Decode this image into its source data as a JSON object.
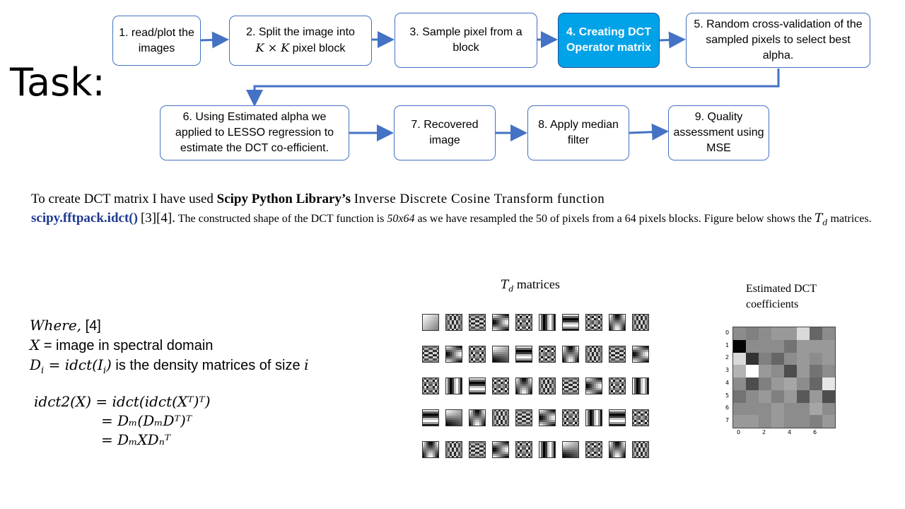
{
  "slide": {
    "task_label": "Task:"
  },
  "workflow": {
    "row1": [
      {
        "label": "1. read/plot the images",
        "highlight": false
      },
      {
        "label_pre": "2. Split the image into",
        "label_math": "K × K",
        "label_post": "pixel block",
        "highlight": false
      },
      {
        "label": "3. Sample pixel from a block",
        "highlight": false
      },
      {
        "label": "4. Creating DCT Operator matrix",
        "highlight": true
      },
      {
        "label": "5. Random cross-validation of the sampled pixels to select best alpha.",
        "highlight": false
      }
    ],
    "row2": [
      {
        "label": "6. Using Estimated alpha we applied to LESSO regression to estimate the DCT co-efficient.",
        "highlight": false
      },
      {
        "label": "7. Recovered image",
        "highlight": false
      },
      {
        "label": "8. Apply median filter",
        "highlight": false
      },
      {
        "label": "9. Quality assessment using MSE",
        "highlight": false
      }
    ],
    "colors": {
      "box_border": "#4472c4",
      "highlight_fill": "#00a2e8",
      "arrow": "#4472c4"
    }
  },
  "text": {
    "line1_a": "To create DCT matrix I have used",
    "line1_b": "Scipy Python Library’s",
    "line1_c": "Inverse Discrete Cosine Transform function",
    "fn": "scipy.fftpack.idct()",
    "refs": "[3][4].",
    "line2_a": "The constructed shape of the DCT function is",
    "shape": "50x64",
    "line2_b": "as we have resampled the 50 of pixels from a 64 pixels blocks. Figure below shows the",
    "td_sym": "T",
    "td_sub": "d",
    "line2_c": "matrices."
  },
  "formulas": {
    "where": "Where,",
    "where_ref": "[4]",
    "x_sym": "X",
    "x_desc": "= image in spectral domain",
    "d_sym": "D",
    "d_sub": "i",
    "d_mid": "= idct(",
    "d_i_sym": "I",
    "d_i_sub": "i",
    "d_close": ")",
    "d_desc": "is the density matrices of size",
    "d_size": "i",
    "eq1": "idct2(X) = idct(idct(Xᵀ)ᵀ)",
    "eq2": "= Dₘ(DₘDᵀ)ᵀ",
    "eq3": "= DₘXDₙᵀ"
  },
  "td_figure": {
    "title_sym": "T",
    "title_sub": "d",
    "title_text": "matrices",
    "rows": 5,
    "cols": 10
  },
  "heatmap_figure": {
    "title": "Estimated DCT coefficients",
    "y_ticks": [
      "0",
      "1",
      "2",
      "3",
      "4",
      "5",
      "6",
      "7"
    ],
    "x_ticks": [
      "0",
      "2",
      "4",
      "6"
    ],
    "values": [
      [
        0.55,
        0.5,
        0.55,
        0.6,
        0.6,
        0.85,
        0.4,
        0.55
      ],
      [
        0.02,
        0.55,
        0.55,
        0.55,
        0.45,
        0.6,
        0.6,
        0.6
      ],
      [
        0.85,
        0.2,
        0.5,
        0.4,
        0.55,
        0.6,
        0.55,
        0.6
      ],
      [
        0.7,
        1.0,
        0.6,
        0.55,
        0.3,
        0.6,
        0.45,
        0.55
      ],
      [
        0.55,
        0.3,
        0.5,
        0.6,
        0.65,
        0.55,
        0.4,
        0.9
      ],
      [
        0.45,
        0.55,
        0.6,
        0.5,
        0.6,
        0.35,
        0.6,
        0.3
      ],
      [
        0.55,
        0.55,
        0.55,
        0.6,
        0.55,
        0.55,
        0.65,
        0.55
      ],
      [
        0.6,
        0.6,
        0.55,
        0.6,
        0.55,
        0.55,
        0.5,
        0.6
      ]
    ]
  }
}
